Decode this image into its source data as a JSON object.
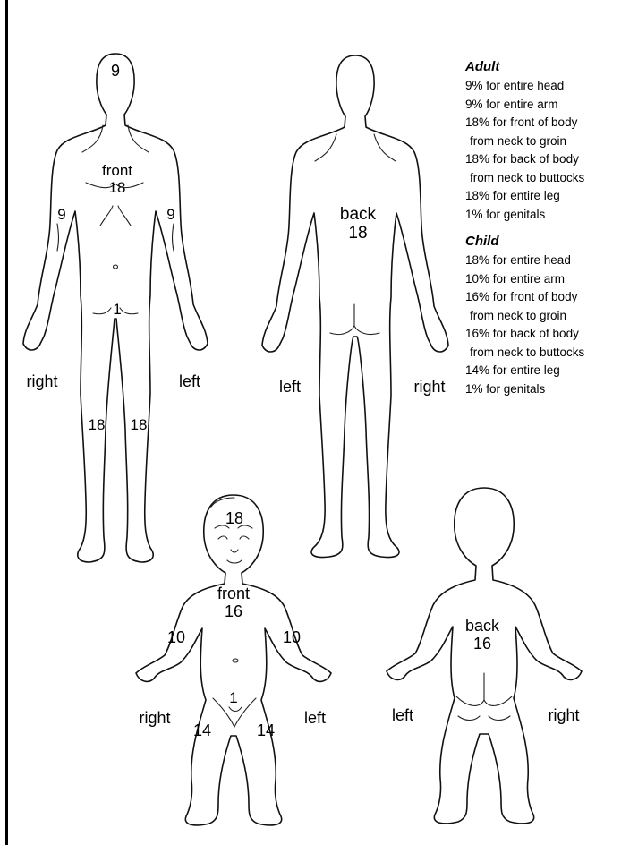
{
  "adult": {
    "front": {
      "region_head": "9",
      "side_label": "front",
      "trunk_value": "18",
      "arm_right": "9",
      "arm_left": "9",
      "genitals": "1",
      "leg_right": "18",
      "leg_left": "18",
      "hand_side_right": "right",
      "hand_side_left": "left"
    },
    "back": {
      "side_label": "back",
      "trunk_value": "18",
      "hand_side_left": "left",
      "hand_side_right": "right"
    }
  },
  "child": {
    "front": {
      "region_head": "18",
      "side_label": "front",
      "trunk_value": "16",
      "arm_right": "10",
      "arm_left": "10",
      "genitals": "1",
      "leg_right": "14",
      "leg_left": "14",
      "hand_side_right": "right",
      "hand_side_left": "left"
    },
    "back": {
      "side_label": "back",
      "trunk_value": "16",
      "hand_side_left": "left",
      "hand_side_right": "right"
    }
  },
  "legend": {
    "adult_heading": "Adult",
    "adult_lines": [
      "9% for entire head",
      "9% for entire arm",
      "18% for front of body",
      "from neck to groin",
      "18% for back of body",
      "from neck to buttocks",
      "18% for entire leg",
      "1% for genitals"
    ],
    "child_heading": "Child",
    "child_lines": [
      "18% for entire head",
      "10% for entire arm",
      "16% for front of body",
      "from neck to groin",
      "16% for back of body",
      "from neck to buttocks",
      "14% for entire leg",
      "1% for genitals"
    ]
  }
}
